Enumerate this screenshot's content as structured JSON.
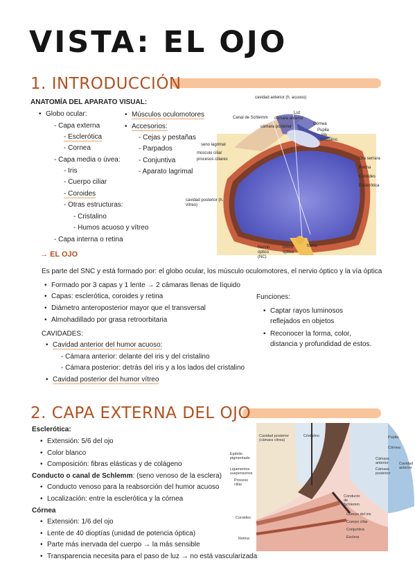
{
  "title": "VISTA: EL OJO",
  "section1": {
    "heading": "1. INTRODUCCIÓN",
    "anatomy_heading": "ANATOMÍA DEL APARATO VISUAL:",
    "left_list": [
      "Globo ocular:",
      "- Capa externa",
      "- Esclerótica",
      "- Cornea",
      "- Capa media o úvea:",
      "- Iris",
      "- Cuerpo ciliar",
      "- Coroides",
      "- Otras estructuras:",
      "- Cristalino",
      "- Humos acuoso y vítreo",
      "- Capa interna o retina"
    ],
    "right_list": [
      "Músculos oculomotores",
      "Accesorios:",
      "- Cejas y pestañas",
      "- Parpados",
      "- Conjuntiva",
      "- Aparato lagrimal"
    ],
    "figure_labels": {
      "camara_ant": "cavidad anterior (h. acuoso)",
      "canal": "Canal de Schlemm",
      "luz": "Luz",
      "camara_anterior": "cámara anterior",
      "camara_posterior": "cámara posterior",
      "cornea": "Córnea",
      "pupila": "Pupila",
      "iris": "Iris",
      "cristalino": "Cristalino",
      "seno": "seno lagrimal",
      "musculo": "músculo ciliar",
      "procesos": "procesos ciliares",
      "ora": "Ora serrara",
      "retina": "Retina",
      "coroides": "Coroides",
      "esclerotica": "Esclerótica",
      "cavidad_post": "cavidad posterior (h. vítreo)",
      "nervio": "Nervio óptico (NC)",
      "disco": "Disco óptico",
      "fovea": "fóvea"
    },
    "ojo_heading": "EL OJO",
    "ojo_intro": "Es parte del SNC y está formado por: el globo ocular, los músculo oculomotores, el nervio óptico y la vía óptica",
    "ojo_bullets": [
      "Formado por 3 capas y 1 lente → 2 cámaras llenas de líquido",
      "Capas: esclerótica, coroides y retina",
      "Diámetro anteroposterior mayor que el transversal",
      "Almohadillado por grasa retroorbitaria"
    ],
    "funciones_heading": "Funciones:",
    "funciones": [
      "Captar rayos luminosos reflejados en objetos",
      "Reconocer la forma, color, distancia y profundidad de estos."
    ],
    "cavidades_heading": "CAVIDADES:",
    "cavidades": [
      "Cavidad anterior del humor acuoso:",
      "- Cámara anterior: delante del iris y del cristalino",
      "- Cámara posterior: detrás del iris y a los lados del cristalino",
      "Cavidad posterior del humor vítreo"
    ]
  },
  "section2": {
    "heading": "2. CAPA EXTERNA DEL OJO",
    "esclerotica_heading": "Esclerótica",
    "esclerotica": [
      "Extensión: 5/6 del ojo",
      "Color blanco",
      "Composición: fibras elásticas y de colágeno"
    ],
    "schlemm_heading": "Conducto o canal de Schlemm",
    "schlemm_suffix": ": (seno venoso de la esclera)",
    "schlemm": [
      "Conducto venoso para la reabsorción del humor acuoso",
      "Localización: entre la esclerótica y la córnea"
    ],
    "cornea_heading": "Córnea",
    "cornea": [
      "Extensión: 1/6 del ojo",
      "Lente de 40 dioptías (unidad de potencia óptica)",
      "Parte más inervada del cuerpo → la más sensible",
      "Transparencia necesita para el paso de luz → no está vascularizada"
    ],
    "figure_labels": {
      "cav_post": "Cavidad posterior (cámara vítrea)",
      "cristalino": "Cristalino",
      "pupila": "Pupila",
      "cornea": "Córnea",
      "epitelio": "Epitelio pigmentado",
      "ligamentos": "Ligamentos suspensorios",
      "proceso": "Proceso ciliar",
      "camara_ant": "Cámara anterior",
      "camara_post": "Cámara posterior",
      "cavidad_ant": "Cavidad anterior",
      "conducto": "Conducto de Schlemm",
      "coroides": "Coroides",
      "cuerpo_iris": "Cuerpo del iris",
      "cuerpo_ciliar": "Cuerpo ciliar",
      "conjuntiva": "Conjuntiva",
      "esclera": "Esclera",
      "retina": "Retina"
    }
  }
}
